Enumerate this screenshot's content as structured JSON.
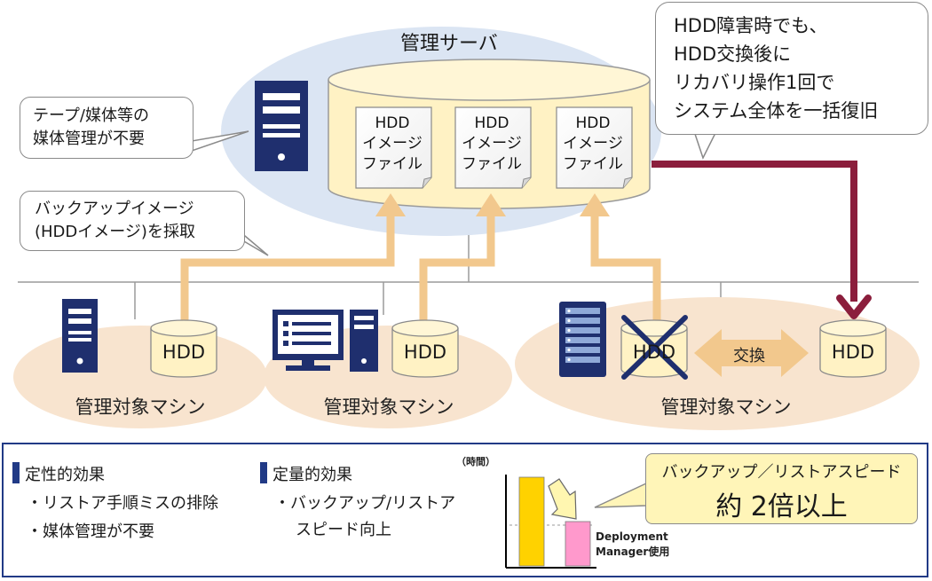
{
  "server": {
    "title": "管理サーバ",
    "files": [
      {
        "line1": "HDD",
        "line2": "イメージ",
        "line3": "ファイル"
      },
      {
        "line1": "HDD",
        "line2": "イメージ",
        "line3": "ファイル"
      },
      {
        "line1": "HDD",
        "line2": "イメージ",
        "line3": "ファイル"
      }
    ]
  },
  "callouts": {
    "media": {
      "line1": "テープ/媒体等の",
      "line2": "媒体管理が不要"
    },
    "backup": {
      "line1": "バックアップイメージ",
      "line2": "(HDDイメージ)を採取"
    },
    "recovery": {
      "line1": "HDD障害時でも、",
      "line2": "HDD交換後に",
      "line3": "リカバリ操作1回で",
      "line4": "システム全体を一括復旧"
    }
  },
  "machines": [
    {
      "label": "管理対象マシン",
      "hdd": "HDD"
    },
    {
      "label": "管理対象マシン",
      "hdd": "HDD"
    },
    {
      "label": "管理対象マシン",
      "hdd_failed": "HDD",
      "hdd_new": "HDD",
      "swap": "交換"
    }
  ],
  "effects": {
    "qualitative": {
      "title": "定性的効果",
      "items": [
        "・リストア手順ミスの排除",
        "・媒体管理が不要"
      ]
    },
    "quantitative": {
      "title": "定量的効果",
      "items": [
        "・バックアップ/リストア",
        "スピード向上"
      ]
    }
  },
  "chart_data": {
    "type": "bar",
    "ylabel": "（時間）",
    "annotation": "Deployment Manager使用",
    "values": [
      1.0,
      0.5
    ],
    "colors": [
      "#ffd200",
      "#ff99cc"
    ]
  },
  "speed_callout": {
    "line1": "バックアップ／リストアスピード",
    "line2": "約 2倍以上"
  },
  "colors": {
    "server_ellipse": "#dbe5f3",
    "machine_ellipse": "#f8e4cf",
    "cylinder_fill": "#fff2c4",
    "arrow_up": "#f2c88d",
    "arrow_restore": "#8b1e3c",
    "navy": "#1f2f6e",
    "frame": "#213a86"
  }
}
